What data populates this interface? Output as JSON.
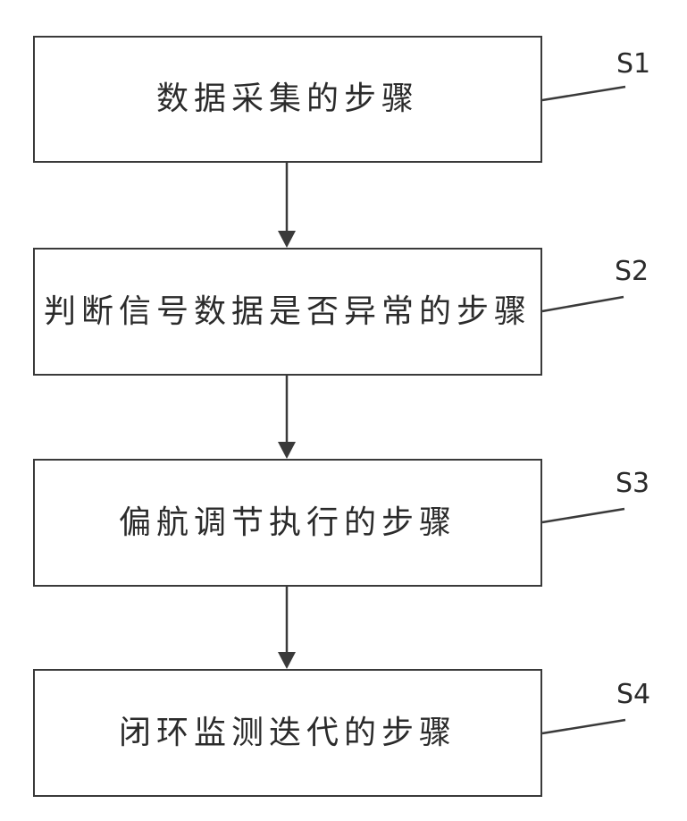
{
  "steps": [
    {
      "id": "S1",
      "label": "数据采集的步骤"
    },
    {
      "id": "S2",
      "label": "判断信号数据是否异常的步骤"
    },
    {
      "id": "S3",
      "label": "偏航调节执行的步骤"
    },
    {
      "id": "S4",
      "label": "闭环监测迭代的步骤"
    }
  ],
  "colors": {
    "stroke": "#3a3a3a",
    "text": "#2b2b2b",
    "background": "#ffffff"
  }
}
